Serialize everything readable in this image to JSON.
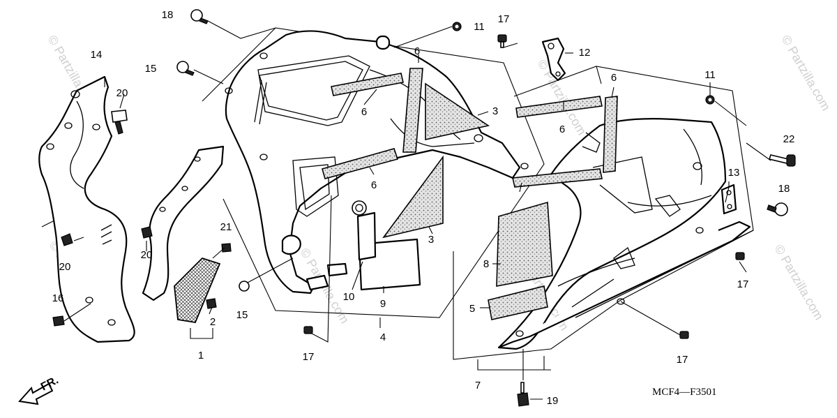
{
  "diagram": {
    "code": "MCF4—F3501",
    "front_label": "FR.",
    "watermark": "© Partzilla.com",
    "callouts": [
      "1",
      "2",
      "3",
      "3",
      "4",
      "5",
      "6",
      "6",
      "6",
      "6",
      "6",
      "7",
      "8",
      "9",
      "10",
      "11",
      "11",
      "12",
      "13",
      "14",
      "15",
      "15",
      "16",
      "17",
      "17",
      "17",
      "17",
      "18",
      "18",
      "19",
      "20",
      "20",
      "20",
      "21",
      "22"
    ],
    "colors": {
      "line": "#000000",
      "foam": "#d9d9d9",
      "watermark": "#d0d0d0"
    }
  }
}
